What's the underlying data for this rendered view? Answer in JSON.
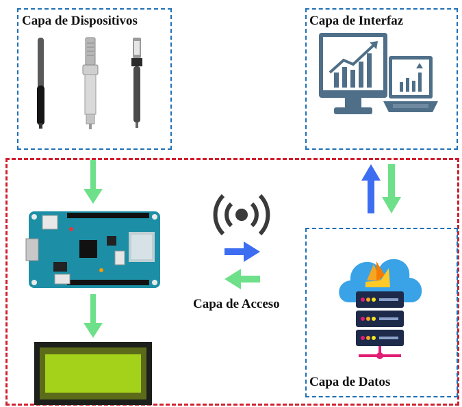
{
  "layers": {
    "devices": {
      "label": "Capa de Dispositivos"
    },
    "interface": {
      "label": "Capa de Interfaz"
    },
    "access": {
      "label": "Capa de Acceso"
    },
    "data": {
      "label": "Capa de Datos"
    }
  },
  "colors": {
    "blue_border": "#1f6fb5",
    "red_border": "#d0202e",
    "green_arrow": "#6fe08a",
    "blue_arrow": "#3d6df0",
    "monitor": "#4f6f88",
    "board": "#1c8fa6",
    "lcd": "#a4d21a",
    "cloud": "#3aa3e8",
    "server": "#1e2a4a"
  },
  "icons": [
    "sensor-probe-icon",
    "humidity-sensor-icon",
    "ph-probe-icon",
    "monitor-chart-icon",
    "laptop-chart-icon",
    "microcontroller-board-icon",
    "lcd-display-icon",
    "wireless-signal-icon",
    "cloud-server-icon",
    "firebase-flame-icon"
  ]
}
